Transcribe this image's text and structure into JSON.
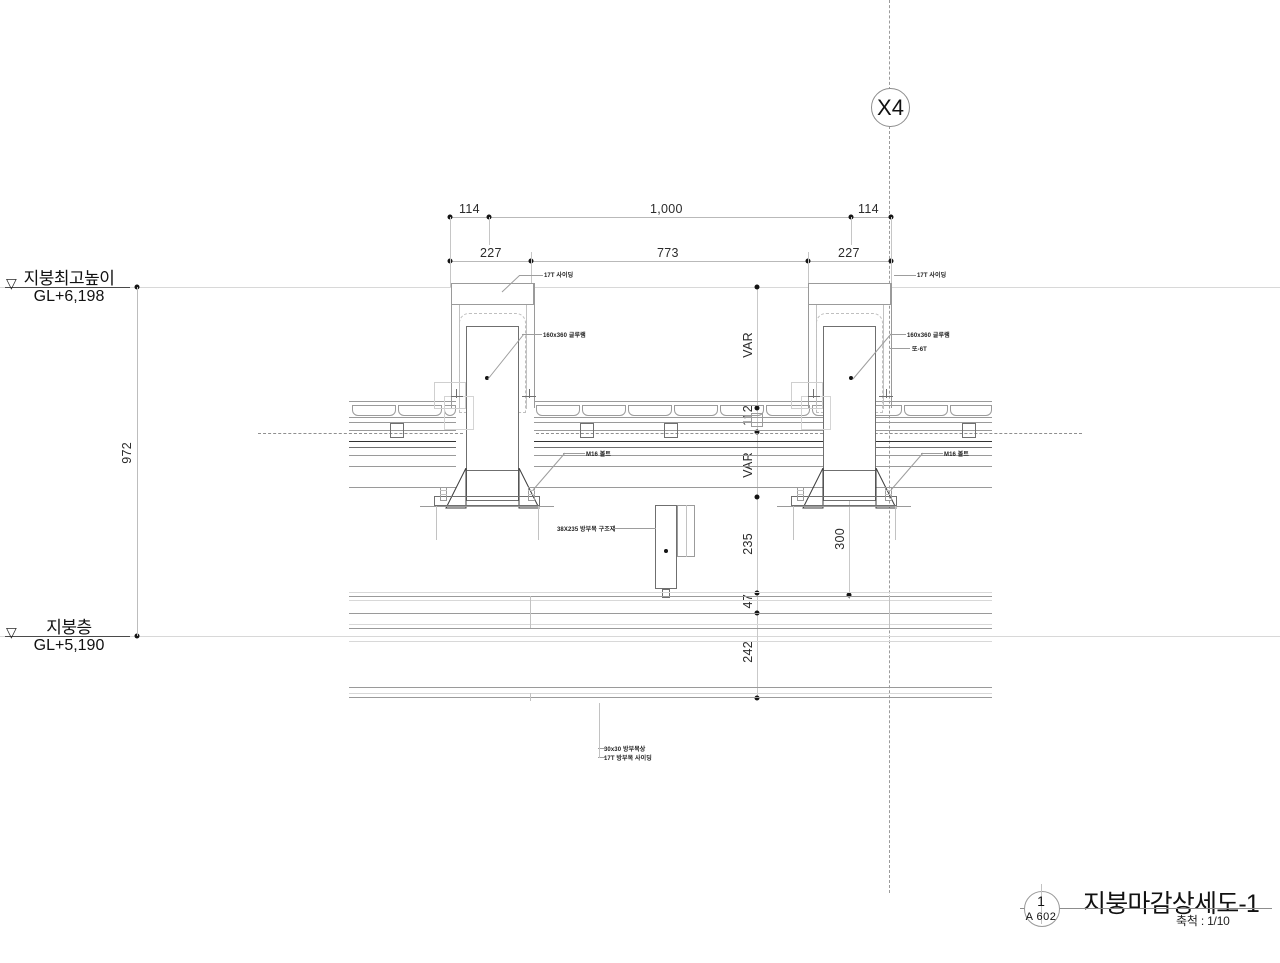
{
  "drawing": {
    "grid_bubble": "X4",
    "levels": [
      {
        "name": "지붕최고높이",
        "elevation": "GL+6,198"
      },
      {
        "name": "지붕층",
        "elevation": "GL+5,190"
      }
    ],
    "dimensions_horizontal_top": [
      "114",
      "1,000",
      "114"
    ],
    "dimensions_horizontal_bottom": [
      "227",
      "773",
      "227"
    ],
    "dimensions_vertical_left": [
      "972"
    ],
    "dimensions_vertical_center": [
      "VAR",
      "112",
      "VAR",
      "235",
      "47",
      "242"
    ],
    "dimensions_vertical_right": [
      "300"
    ],
    "annotations": [
      {
        "id": "siding-left",
        "text": "17T 사이딩"
      },
      {
        "id": "siding-right",
        "text": "17T 사이딩"
      },
      {
        "id": "glulam-left",
        "text": "160x360 글루램"
      },
      {
        "id": "glulam-right",
        "text": "160x360 글루램"
      },
      {
        "id": "plate-right",
        "text": "또-6T"
      },
      {
        "id": "bolt-left",
        "text": "M16 볼트"
      },
      {
        "id": "bolt-right",
        "text": "M16 볼트"
      },
      {
        "id": "lumber-center",
        "text": "38X235 방부목 구조재"
      },
      {
        "id": "batten-bottom",
        "text": "30x30 방부목상"
      },
      {
        "id": "siding-bottom",
        "text": "17T 방부목 사이딩"
      }
    ],
    "title_block": {
      "title": "지붕마감상세도-1",
      "scale": "축척 : 1/10",
      "detail_number": "1",
      "sheet_reference": "A 602"
    }
  }
}
